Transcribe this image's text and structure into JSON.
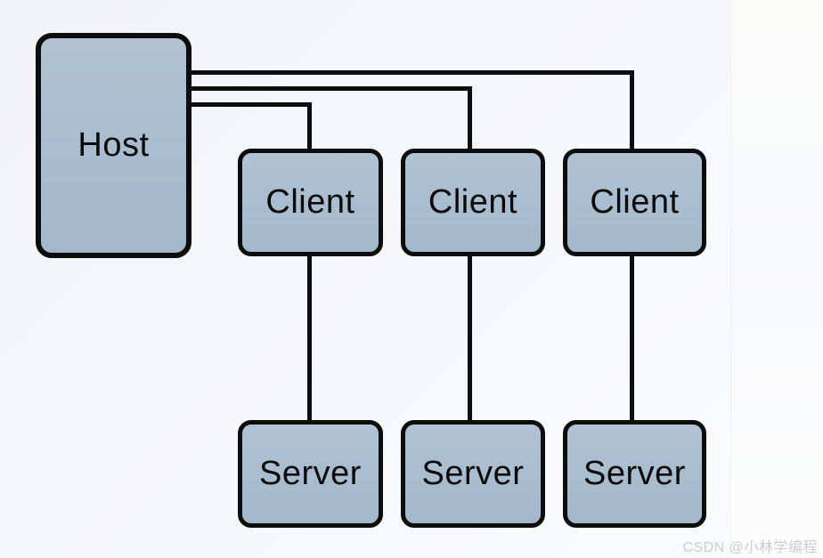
{
  "diagram": {
    "title": "host-client-server-topology",
    "host": {
      "label": "Host"
    },
    "clients": [
      {
        "label": "Client"
      },
      {
        "label": "Client"
      },
      {
        "label": "Client"
      }
    ],
    "servers": [
      {
        "label": "Server"
      },
      {
        "label": "Server"
      },
      {
        "label": "Server"
      }
    ],
    "edges": [
      {
        "from": "host",
        "to": "client-1"
      },
      {
        "from": "host",
        "to": "client-2"
      },
      {
        "from": "host",
        "to": "client-3"
      },
      {
        "from": "client-1",
        "to": "server-1"
      },
      {
        "from": "client-2",
        "to": "server-2"
      },
      {
        "from": "client-3",
        "to": "server-3"
      }
    ]
  },
  "watermark": {
    "text": "CSDN @小林学编程"
  },
  "colors": {
    "node_fill": "#a8bccf",
    "node_border": "#0d0d0d",
    "edge_line": "#0d0d0d",
    "background": "#f6f7f9",
    "watermark_text": "#cbcdd0"
  }
}
